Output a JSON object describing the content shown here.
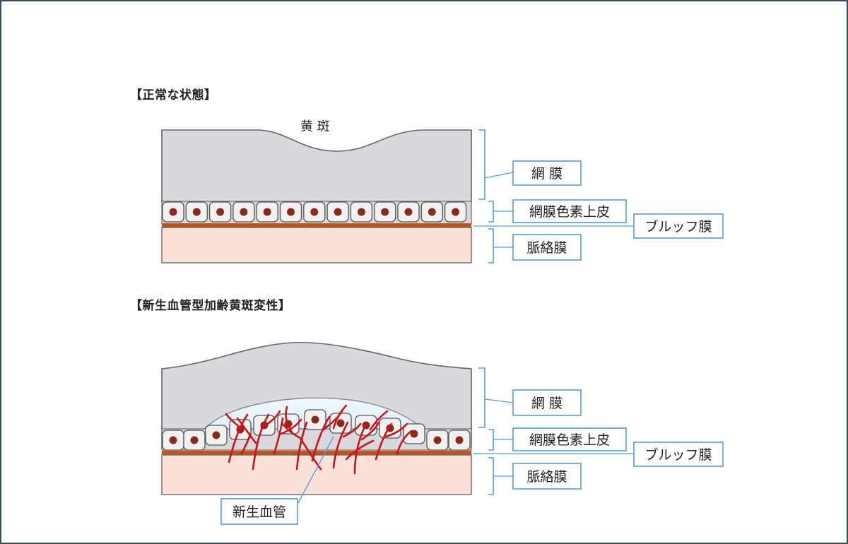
{
  "normal": {
    "heading": "【正常な状態】",
    "macula_label": "黄 斑",
    "labels": {
      "retina": "網 膜",
      "rpe": "網膜色素上皮",
      "bruch": "ブルッフ膜",
      "choroid": "脈絡膜"
    }
  },
  "amd": {
    "heading": "【新生血管型加齢黄斑変性】",
    "labels": {
      "retina": "網 膜",
      "rpe": "網膜色素上皮",
      "bruch": "ブルッフ膜",
      "choroid": "脈絡膜",
      "neovascular": "新生血管"
    }
  },
  "colors": {
    "retina_fill": "#d9d8dc",
    "cell_nucleus": "#8b2a1a",
    "bruch_line": "#c0521e",
    "choroid_fill": "#fbe3dc",
    "vessel": "#c8141e",
    "label_border": "#5b9bd5",
    "fluid": "#e2f1fb"
  }
}
